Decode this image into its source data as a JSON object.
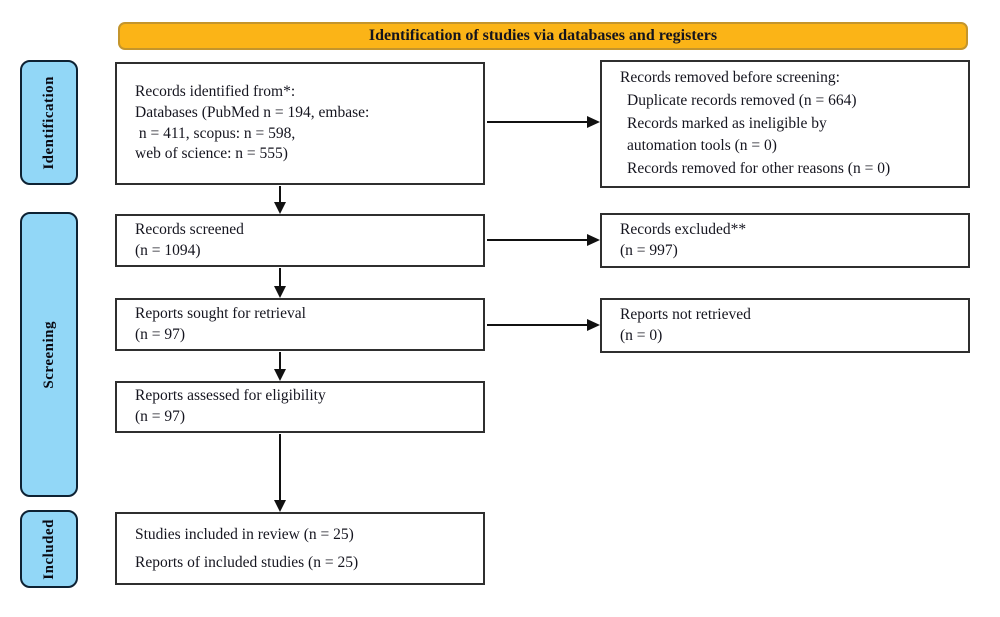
{
  "header": {
    "title": "Identification of studies via databases and registers"
  },
  "colors": {
    "banner_fill": "#FBB417",
    "banner_border": "#C4952C",
    "stage_fill": "#92D7F7",
    "stage_border": "#0E2233",
    "box_border": "#2F2F2F",
    "arrow": "#111111",
    "text": "#15151F"
  },
  "sidebar": {
    "items": [
      {
        "label": "Identification"
      },
      {
        "label": "Screening"
      },
      {
        "label": "Included"
      }
    ]
  },
  "boxes": {
    "identified": {
      "lines": [
        "Records identified from*:",
        "Databases (PubMed n = 194, embase:",
        " n = 411, scopus: n = 598,",
        "web of science: n = 555)"
      ]
    },
    "removed": {
      "lines": [
        "Records removed before screening:",
        "Duplicate records removed (n = 664)",
        "Records marked as ineligible by",
        "automation tools (n = 0)",
        "Records removed for other reasons (n = 0)"
      ]
    },
    "screened": {
      "lines": [
        "Records screened",
        "(n = 1094)"
      ]
    },
    "excluded": {
      "lines": [
        "Records excluded**",
        "(n = 997)"
      ]
    },
    "sought": {
      "lines": [
        "Reports sought for retrieval",
        "(n = 97)"
      ]
    },
    "not_retrieved": {
      "lines": [
        "Reports not retrieved",
        "(n = 0)"
      ]
    },
    "assessed": {
      "lines": [
        "Reports assessed for eligibility",
        "(n = 97)"
      ]
    },
    "included": {
      "lines": [
        "Studies included in review (n = 25)",
        "Reports of included studies (n = 25)"
      ]
    }
  }
}
